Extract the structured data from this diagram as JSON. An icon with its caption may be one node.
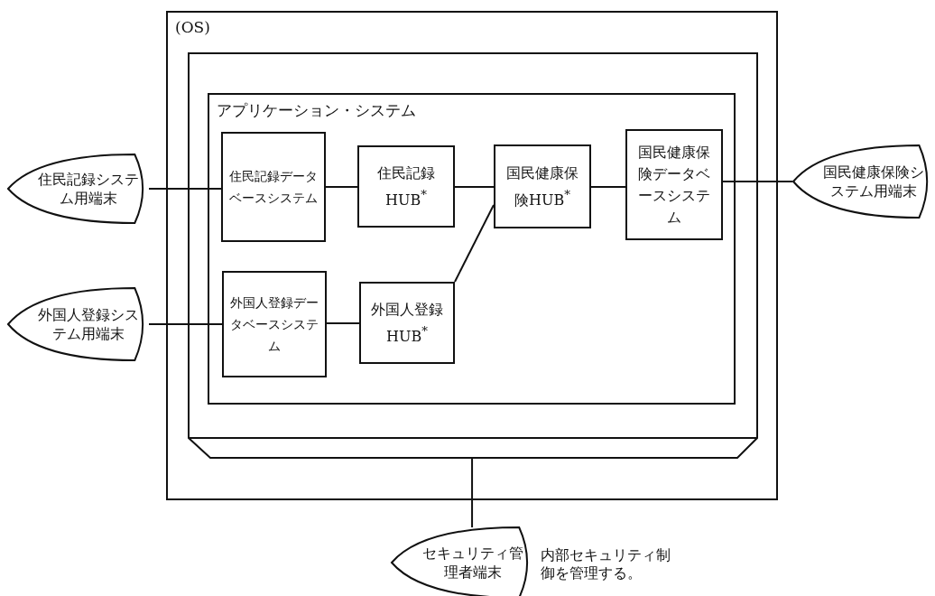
{
  "diagram": {
    "nodes": [
      {
        "text": [
          "(OS)"
        ]
      },
      {
        "text": [],
        "shape": "box",
        "in": 0
      },
      {
        "text": [
          "アプリケーション・システム"
        ],
        "in": 1
      },
      {
        "text": [
          "住民記録データベースシステム"
        ],
        "in": 2
      },
      {
        "text": [
          "住民記録HUB$^{*}$"
        ],
        "in": 2
      },
      {
        "text": [
          "国民健康保険HUB$^{*}$"
        ],
        "in": 2
      },
      {
        "text": [
          "国民健康保険データベースシステム"
        ],
        "in": 2
      },
      {
        "text": [
          "外国人登録データベースシステム"
        ],
        "in": 2
      },
      {
        "text": [
          "外国人登録HUB$^{*}$"
        ],
        "in": 2
      },
      {
        "text": [
          "住民記録システム用端末"
        ]
      },
      {
        "text": [
          "外国人登録システム用端末"
        ]
      },
      {
        "text": [
          "国民健康保険システム用端末"
        ]
      },
      {
        "text": [
          "セキュリティ管理者端末"
        ],
        "beside": [
          "内部セキュリティ制御を管理する。"
        ]
      }
    ],
    "edges": [
      {
        "from": 9,
        "to": 3,
        "arrow": "none"
      },
      {
        "from": 3,
        "to": 4,
        "arrow": "none"
      },
      {
        "from": 4,
        "to": 5,
        "arrow": "none"
      },
      {
        "from": 5,
        "to": 6,
        "arrow": "none"
      },
      {
        "from": 6,
        "to": 11,
        "arrow": "none"
      },
      {
        "from": 10,
        "to": 7,
        "arrow": "none"
      },
      {
        "from": 7,
        "to": 8,
        "arrow": "none"
      },
      {
        "from": 8,
        "to": 5,
        "arrow": "none"
      },
      {
        "from": 12,
        "to": 1,
        "arrow": "none"
      }
    ]
  }
}
